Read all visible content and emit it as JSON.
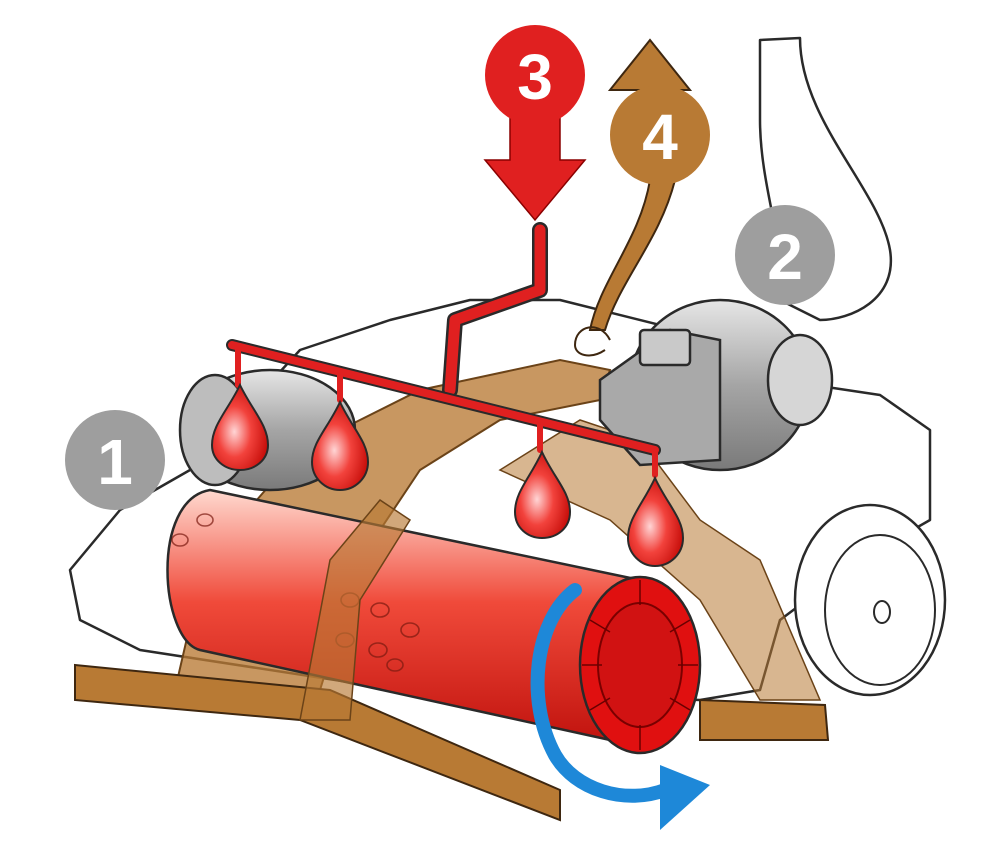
{
  "diagram": {
    "labels": {
      "step1": "1",
      "step2": "2",
      "step3": "3",
      "step4": "4"
    },
    "colors": {
      "dirty_air_flow": "#b87a34",
      "water_feed": "#e02020",
      "brush_roll": "#e8352a",
      "rotation_arrow": "#1e88d8",
      "motor_gray": "#9a9a9a",
      "badge_gray": "#9e9e9e",
      "outline": "#2a2a2a"
    },
    "icons": {
      "rotation": "curved-arrow-icon",
      "water_drop": "water-drop-icon"
    }
  }
}
